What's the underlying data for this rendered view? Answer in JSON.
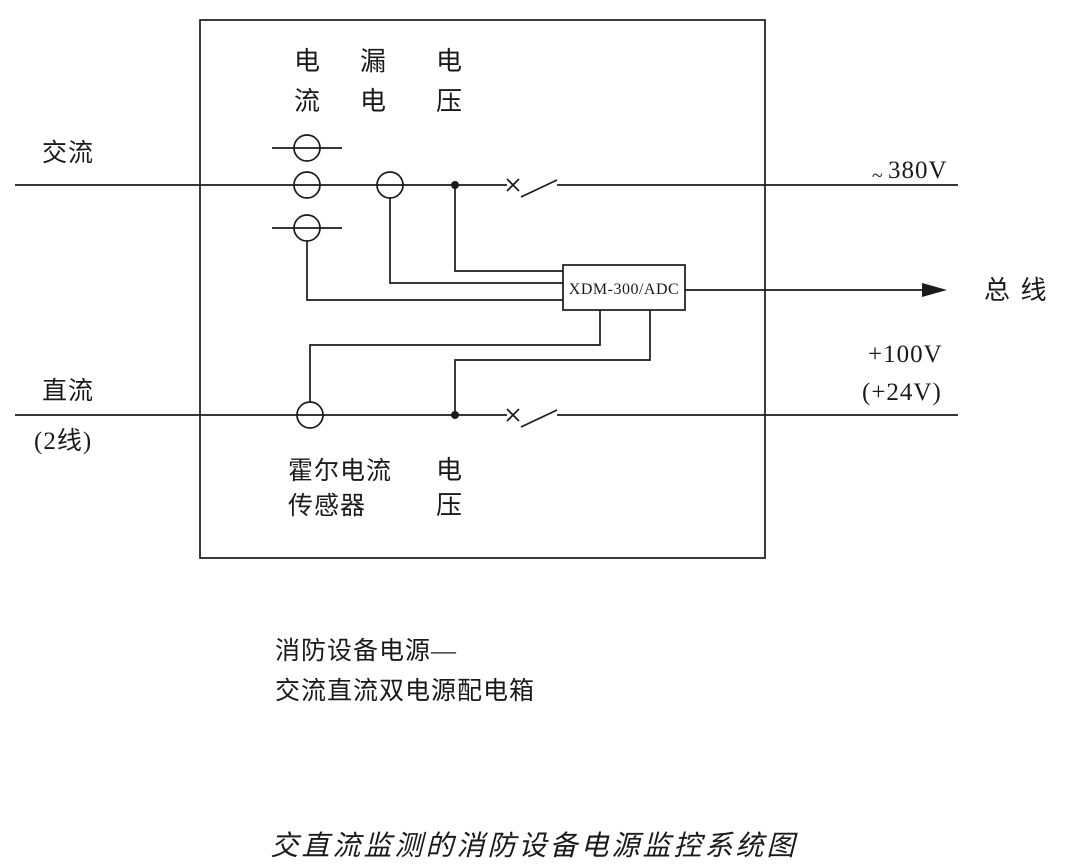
{
  "title": "交直流监测的消防设备电源监控系统图",
  "caption": {
    "line1": "消防设备电源—",
    "line2": "交流直流双电源配电箱"
  },
  "lines": {
    "ac_label": "交流",
    "dc_label": "直流",
    "dc_sub_label": "(2线)",
    "ac_voltage_tilde": "~",
    "ac_voltage": "380V",
    "dc_voltage_primary": "+100V",
    "dc_voltage_secondary": "(+24V)",
    "bus_label": "总 线"
  },
  "module": {
    "label": "XDM-300/ADC"
  },
  "sensors": {
    "current_col_char1": "电",
    "current_col_char2": "流",
    "leakage_col_char1": "漏",
    "leakage_col_char2": "电",
    "ac_voltage_col_char1": "电",
    "ac_voltage_col_char2": "压",
    "hall_label_line1": "霍尔电流",
    "hall_label_line2": "传感器",
    "dc_voltage_col_char1": "电",
    "dc_voltage_col_char2": "压"
  },
  "colors": {
    "line": "#1a1a1a",
    "background": "#ffffff"
  }
}
